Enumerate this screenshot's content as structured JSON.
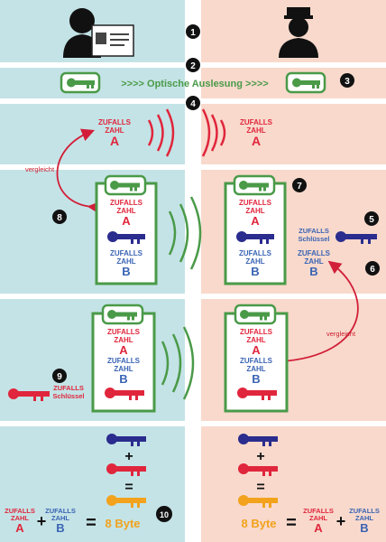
{
  "header": {
    "optical_readout": ">>>> Optische Auslesung >>>>"
  },
  "steps": [
    "1",
    "2",
    "3",
    "4",
    "5",
    "6",
    "7",
    "8",
    "9",
    "10"
  ],
  "labels": {
    "zufalls": "ZUFALLS",
    "zahl": "ZAHL",
    "a": "A",
    "b": "B",
    "schluessel": "Schlüssel",
    "vergleicht": "vergleicht",
    "plus": "+",
    "equals": "=",
    "bytes": "8 Byte"
  },
  "colors": {
    "left_bg": "#c4e3e6",
    "right_bg": "#f8d9cc",
    "red": "#e0263c",
    "blue": "#3a64b4",
    "navy": "#2a2c8e",
    "green": "#4a9a48",
    "orange": "#f2a21c"
  }
}
